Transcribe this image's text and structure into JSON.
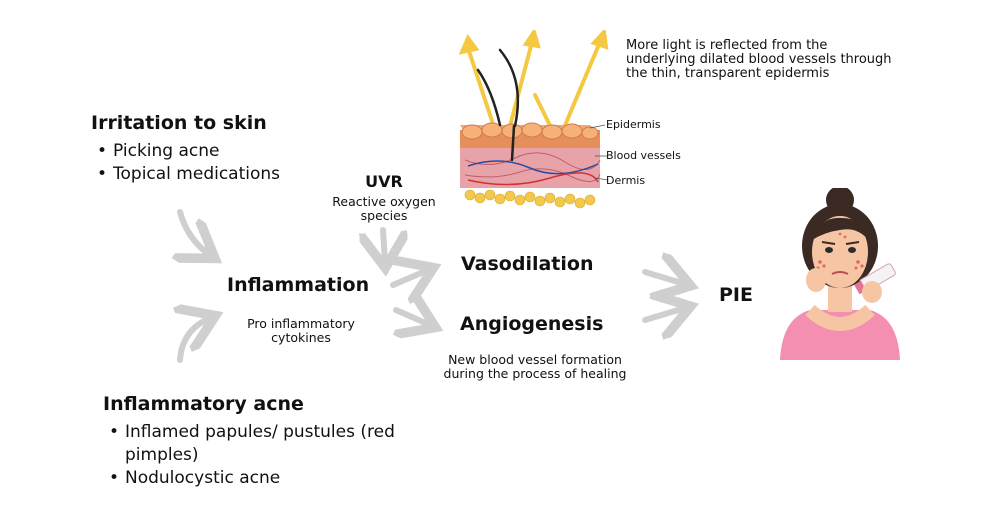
{
  "irritation": {
    "title": "Irritation to skin",
    "items": [
      "Picking acne",
      "Topical medications"
    ]
  },
  "inflammatory_acne": {
    "title": "Inflammatory acne",
    "items": [
      "Inflamed papules/ pustules (red pimples)",
      "Nodulocystic acne"
    ]
  },
  "inflammation": {
    "title": "Inflammation",
    "subtitle_line1": "Pro inflammatory",
    "subtitle_line2": "cytokines"
  },
  "uvr": {
    "title": "UVR",
    "subtitle_line1": "Reactive oxygen",
    "subtitle_line2": "species"
  },
  "vasodilation": {
    "title": "Vasodilation"
  },
  "angiogenesis": {
    "title": "Angiogenesis",
    "subtitle_line1": "New blood vessel formation",
    "subtitle_line2": "during the process of healing"
  },
  "pie": {
    "title": "PIE"
  },
  "light_note": {
    "line1": "More light  is reflected from the",
    "line2": "underlying dilated blood vessels through",
    "line3": "the thin, transparent epidermis"
  },
  "skin_labels": {
    "epidermis": "Epidermis",
    "blood_vessels": "Blood vessels",
    "dermis": "Dermis"
  },
  "colors": {
    "arrow": "#cfcfcf",
    "light_ray": "#f5c842",
    "epidermis": "#e9a06a",
    "dermis": "#e7a3a8",
    "fat": "#f2c94c",
    "shirt": "#f48fb1"
  }
}
